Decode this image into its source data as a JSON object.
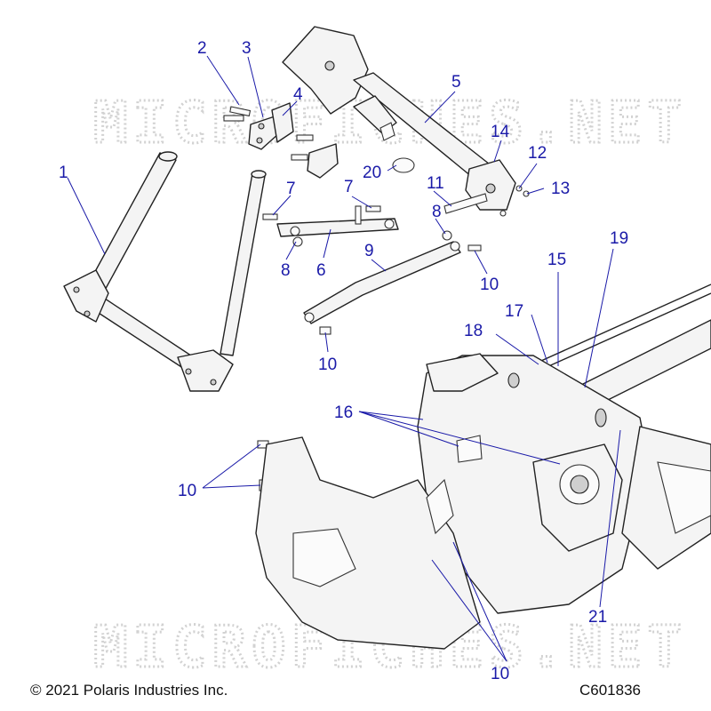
{
  "watermark": {
    "text": "MICROFICHES.NET"
  },
  "footer": {
    "copyright": "© 2021 Polaris Industries Inc.",
    "diagram_code": "C601836"
  },
  "callouts": [
    {
      "id": "c1",
      "label": "1"
    },
    {
      "id": "c2",
      "label": "2"
    },
    {
      "id": "c3",
      "label": "3"
    },
    {
      "id": "c4",
      "label": "4"
    },
    {
      "id": "c5",
      "label": "5"
    },
    {
      "id": "c6",
      "label": "6"
    },
    {
      "id": "c7a",
      "label": "7"
    },
    {
      "id": "c7b",
      "label": "7"
    },
    {
      "id": "c8a",
      "label": "8"
    },
    {
      "id": "c8b",
      "label": "8"
    },
    {
      "id": "c9",
      "label": "9"
    },
    {
      "id": "c10a",
      "label": "10"
    },
    {
      "id": "c10b",
      "label": "10"
    },
    {
      "id": "c10c",
      "label": "10"
    },
    {
      "id": "c10d",
      "label": "10"
    },
    {
      "id": "c11",
      "label": "11"
    },
    {
      "id": "c12",
      "label": "12"
    },
    {
      "id": "c13",
      "label": "13"
    },
    {
      "id": "c14",
      "label": "14"
    },
    {
      "id": "c15",
      "label": "15"
    },
    {
      "id": "c16",
      "label": "16"
    },
    {
      "id": "c17",
      "label": "17"
    },
    {
      "id": "c18",
      "label": "18"
    },
    {
      "id": "c19",
      "label": "19"
    },
    {
      "id": "c20",
      "label": "20"
    },
    {
      "id": "c21",
      "label": "21"
    }
  ]
}
